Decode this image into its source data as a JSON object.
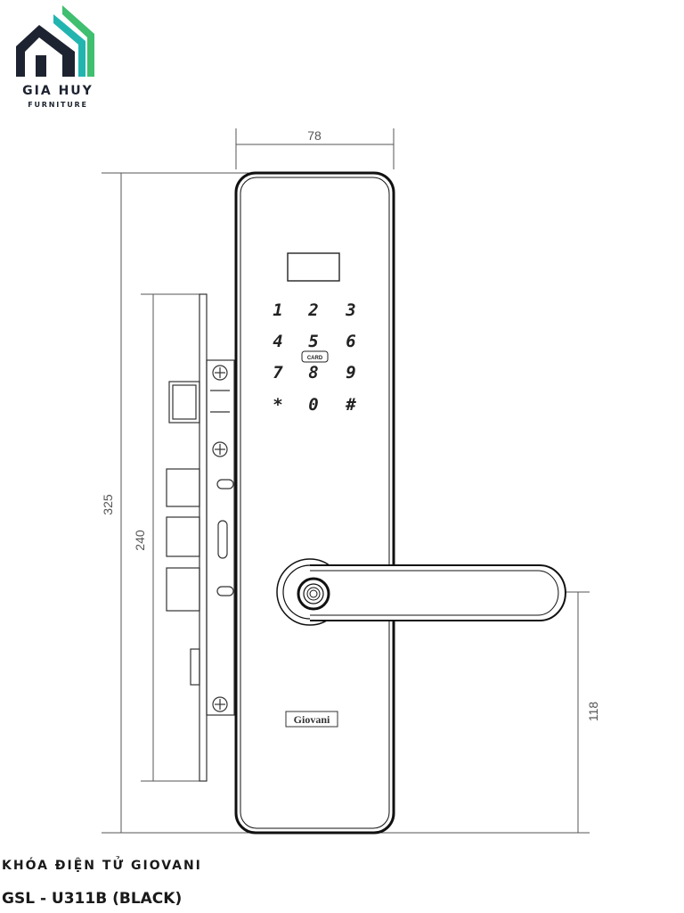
{
  "brand": {
    "name": "GIA HUY",
    "tagline": "FURNITURE",
    "colors": {
      "dark": "#1d2330",
      "teal": "#22b5b0",
      "green": "#3fbf6f"
    }
  },
  "drawing": {
    "dimensions": {
      "width": "78",
      "height": "325",
      "mortise_length": "240",
      "handle_height": "118"
    },
    "keypad": [
      "1",
      "2",
      "3",
      "4",
      "5",
      "6",
      "7",
      "8",
      "9",
      "*",
      "0",
      "#"
    ],
    "card_label": "CARD",
    "panel_brand": "Giovani"
  },
  "caption": {
    "line1": "KHÓA ĐIỆN TỬ GIOVANI",
    "line2": "GSL - U311B (BLACK)"
  }
}
